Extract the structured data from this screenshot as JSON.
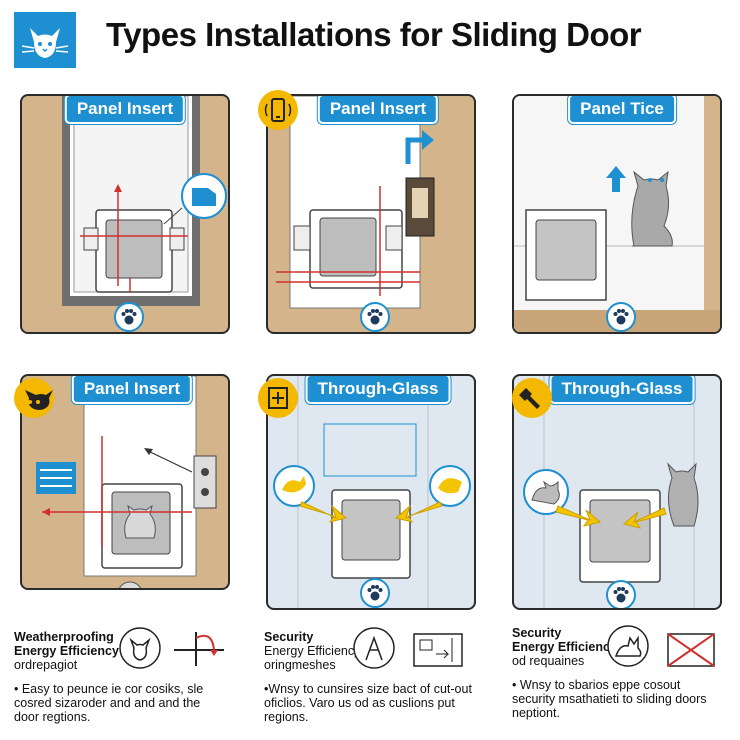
{
  "page": {
    "title": "Types Installations for Sliding Door"
  },
  "panels": [
    {
      "label": "Panel Insert"
    },
    {
      "label": "Panel Insert"
    },
    {
      "label": "Panel Tice"
    },
    {
      "label": "Panel Insert"
    },
    {
      "label": "Through-Glass"
    },
    {
      "label": "Through-Glass"
    }
  ],
  "captions": [
    {
      "line1": "Weatherproofing",
      "line2": "Energy Efficiency",
      "line3": "ordrepagiot",
      "desc": "• Easy to peunce ie cor cosiks, sle cosred sizaroder and and and the door regtions."
    },
    {
      "line1": "Security",
      "line2": "Energy Efficiency",
      "line3": "oringmeshes",
      "desc": "•Wnsy to cunsires size bact of cut-out oficlios. Varo us od as cuslions put regions."
    },
    {
      "line1": "Security",
      "line2": "Energy Efficiency",
      "line3": "od requaines",
      "desc": "• Wnsy to sbarios eppe cosout security msathatieti to sliding doors neptiont."
    }
  ],
  "colors": {
    "accent": "#1e8fd0",
    "badge": "#f5b800",
    "wood": "#d4b48a",
    "glass": "#dfe8f0",
    "arrow_red": "#d0312d",
    "arrow_yellow": "#f5c400"
  },
  "icons": [
    "cat-logo-icon",
    "phone-icon",
    "cat-face-icon",
    "add-box-icon",
    "tool-icon",
    "paw-icon"
  ]
}
